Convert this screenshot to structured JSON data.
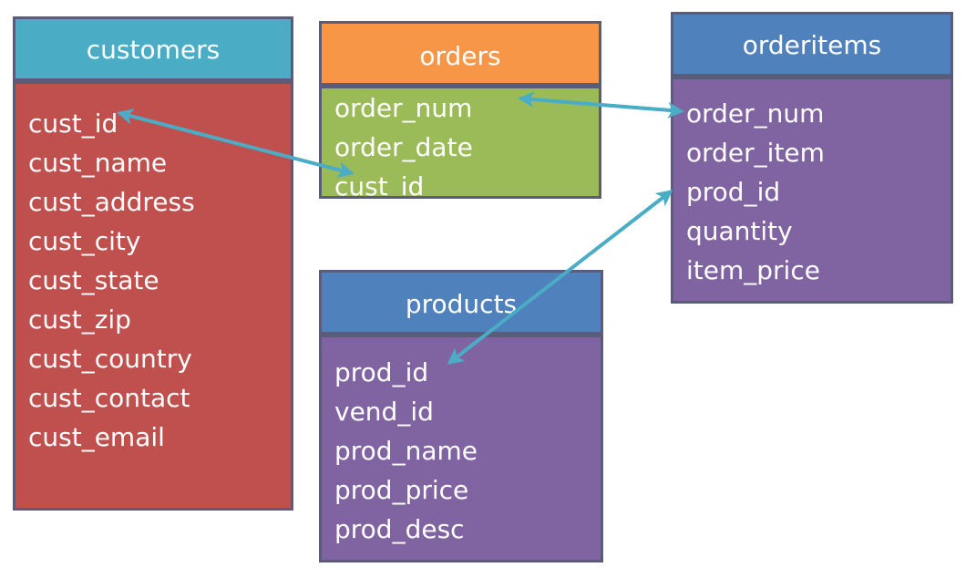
{
  "colors": {
    "customers_header": "#4bacc6",
    "customers_body": "#c0504d",
    "orders_header": "#f79646",
    "orders_body": "#9bbb59",
    "orderitems_header": "#4f81bd",
    "orderitems_body": "#8064a2",
    "products_header": "#4f81bd",
    "products_body": "#8064a2",
    "connector": "#4bacc6"
  },
  "tables": {
    "customers": {
      "title": "customers",
      "fields": [
        "cust_id",
        "cust_name",
        "cust_address",
        "cust_city",
        "cust_state",
        "cust_zip",
        "cust_country",
        "cust_contact",
        "cust_email"
      ]
    },
    "orders": {
      "title": "orders",
      "fields": [
        "order_num",
        "order_date",
        "cust_id"
      ]
    },
    "orderitems": {
      "title": "orderitems",
      "fields": [
        "order_num",
        "order_item",
        "prod_id",
        "quantity",
        "item_price"
      ]
    },
    "products": {
      "title": "products",
      "fields": [
        "prod_id",
        "vend_id",
        "prod_name",
        "prod_price",
        "prod_desc"
      ]
    }
  },
  "relationships": [
    {
      "from_table": "customers",
      "from_field": "cust_id",
      "to_table": "orders",
      "to_field": "cust_id"
    },
    {
      "from_table": "orders",
      "from_field": "order_num",
      "to_table": "orderitems",
      "to_field": "order_num"
    },
    {
      "from_table": "orderitems",
      "from_field": "prod_id",
      "to_table": "products",
      "to_field": "prod_id"
    }
  ]
}
